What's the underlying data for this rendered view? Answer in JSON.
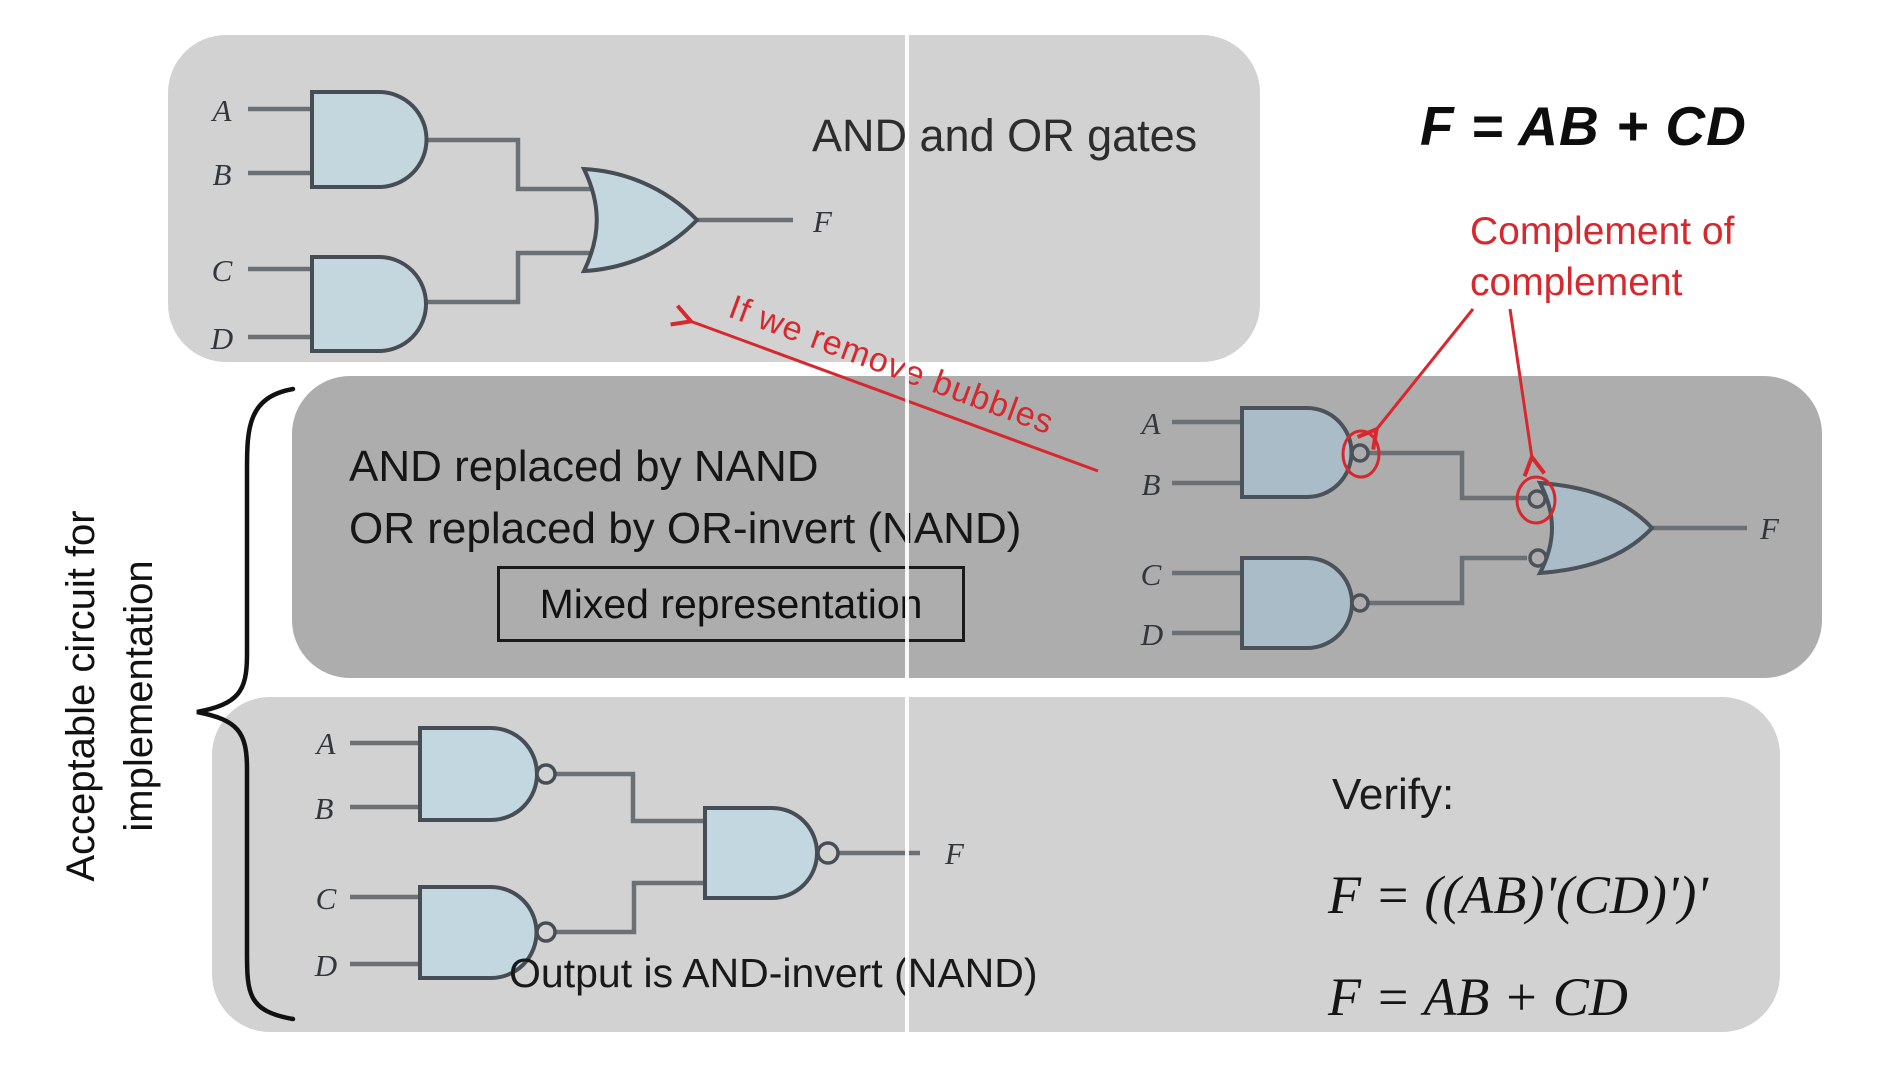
{
  "io": {
    "A": "A",
    "B": "B",
    "C": "C",
    "D": "D",
    "F": "F"
  },
  "top_panel": {
    "caption": "AND and OR gates"
  },
  "annotations": {
    "formula": "F = AB + CD",
    "complement_line1": "Complement of",
    "complement_line2": "complement",
    "remove_bubbles": "If we remove bubbles"
  },
  "middle_panel": {
    "line1": "AND replaced by NAND",
    "line2": "OR replaced by OR-invert (NAND)",
    "box_label": "Mixed representation"
  },
  "bottom_panel": {
    "caption": "Output is AND-invert (NAND)"
  },
  "verify": {
    "title": "Verify:",
    "eq1": "F = ((AB)'(CD)')'",
    "eq2": "F = AB + CD"
  },
  "side_label": {
    "line1": "Acceptable circuit for",
    "line2": "implementation"
  },
  "colors": {
    "accent_red": "#d7282e",
    "panel_light": "#d2d2d2",
    "panel_dark": "#adadad",
    "gate_fill_light": "#c5d7de",
    "gate_fill_mid": "#aabcc8",
    "gate_outline": "#474d54",
    "wire": "#6b7075"
  }
}
